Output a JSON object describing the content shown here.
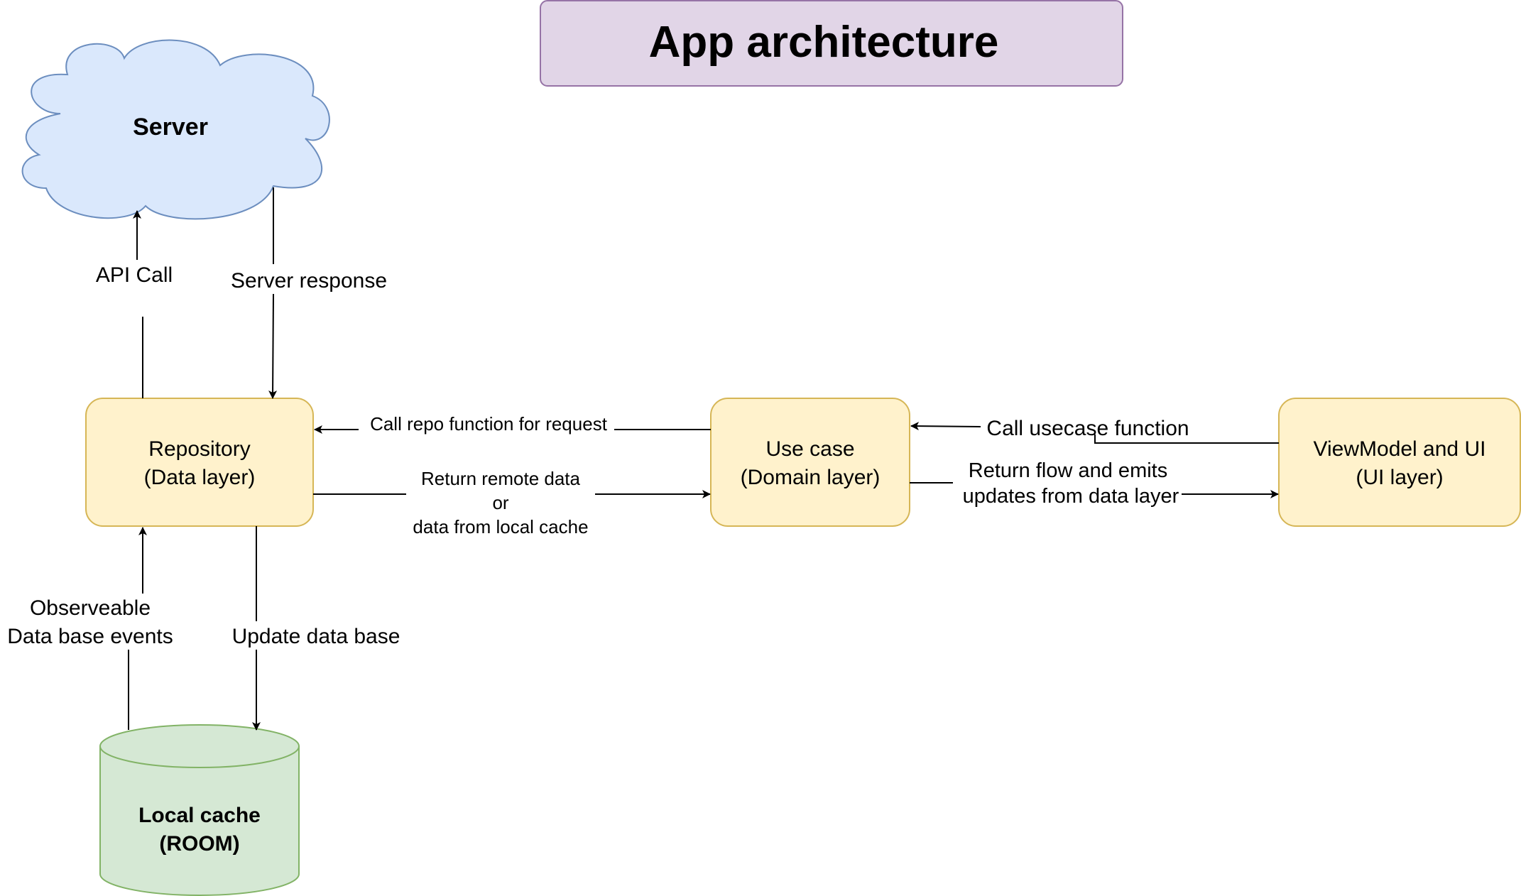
{
  "colors": {
    "title_fill": "#e1d5e7",
    "title_stroke": "#9673a6",
    "process_fill": "#fff2cc",
    "process_stroke": "#d6b656",
    "cloud_fill": "#dae8fc",
    "cloud_stroke": "#6c8ebf",
    "db_fill": "#d5e8d4",
    "db_stroke": "#82b366",
    "edge": "#000000"
  },
  "title": "App architecture",
  "nodes": {
    "server": {
      "label": "Server"
    },
    "repository": {
      "line1": "Repository",
      "line2": "(Data layer)"
    },
    "usecase": {
      "line1": "Use case",
      "line2": "(Domain layer)"
    },
    "viewmodel": {
      "line1": "ViewModel and UI",
      "line2": "(UI layer)"
    },
    "local_cache": {
      "line1": "Local cache",
      "line2": "(ROOM)"
    }
  },
  "edges": {
    "api_call": "API Call",
    "server_response": "Server response",
    "call_repo": "Call repo function for request",
    "return_remote": {
      "line1": "Return remote data",
      "line2": "or",
      "line3": "data from local cache"
    },
    "call_usecase": "Call usecase function",
    "return_flow": {
      "line1": "Return flow and emits",
      "line2": "updates from data layer"
    },
    "observeable": {
      "line1": "Observeable",
      "line2": "Data base events"
    },
    "update_db": "Update data base"
  }
}
